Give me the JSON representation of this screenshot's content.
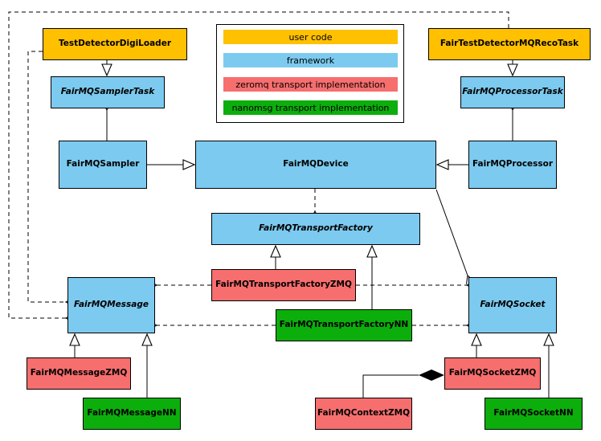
{
  "legend": {
    "items": [
      {
        "label": "user code",
        "color": "#FFC000"
      },
      {
        "label": "framework",
        "color": "#7CCAEF"
      },
      {
        "label": "zeromq transport implementation",
        "color": "#F76E6E"
      },
      {
        "label": "nanomsg transport implementation",
        "color": "#0CAE0C"
      }
    ]
  },
  "colors": {
    "user_code": "#FFC000",
    "framework": "#7CCAEF",
    "zeromq": "#F76E6E",
    "nanomsg": "#0CAE0C",
    "border": "#000000",
    "background": "#FFFFFF"
  },
  "nodes": {
    "digi_loader": {
      "label": "TestDetectorDigiLoader",
      "category": "user code",
      "abstract": false
    },
    "reco_task": {
      "label": "FairTestDetectorMQRecoTask",
      "category": "user code",
      "abstract": false
    },
    "sampler_task": {
      "label": "FairMQSamplerTask",
      "category": "framework",
      "abstract": true
    },
    "processor_task": {
      "label": "FairMQProcessorTask",
      "category": "framework",
      "abstract": true
    },
    "sampler": {
      "label": "FairMQSampler",
      "category": "framework",
      "abstract": false
    },
    "device": {
      "label": "FairMQDevice",
      "category": "framework",
      "abstract": false
    },
    "processor": {
      "label": "FairMQProcessor",
      "category": "framework",
      "abstract": false
    },
    "transport_factory": {
      "label": "FairMQTransportFactory",
      "category": "framework",
      "abstract": true
    },
    "tf_zmq": {
      "label": "FairMQTransportFactoryZMQ",
      "category": "zeromq",
      "abstract": false
    },
    "tf_nn": {
      "label": "FairMQTransportFactoryNN",
      "category": "nanomsg",
      "abstract": false
    },
    "message": {
      "label": "FairMQMessage",
      "category": "framework",
      "abstract": true
    },
    "socket": {
      "label": "FairMQSocket",
      "category": "framework",
      "abstract": true
    },
    "message_zmq": {
      "label": "FairMQMessageZMQ",
      "category": "zeromq",
      "abstract": false
    },
    "message_nn": {
      "label": "FairMQMessageNN",
      "category": "nanomsg",
      "abstract": false
    },
    "socket_zmq": {
      "label": "FairMQSocketZMQ",
      "category": "zeromq",
      "abstract": false
    },
    "context_zmq": {
      "label": "FairMQContextZMQ",
      "category": "zeromq",
      "abstract": false
    },
    "socket_nn": {
      "label": "FairMQSocketNN",
      "category": "nanomsg",
      "abstract": false
    }
  },
  "edges": [
    {
      "from": "TestDetectorDigiLoader",
      "to": "FairMQSamplerTask",
      "type": "inheritance"
    },
    {
      "from": "FairTestDetectorMQRecoTask",
      "to": "FairMQProcessorTask",
      "type": "inheritance"
    },
    {
      "from": "FairMQSampler",
      "to": "FairMQDevice",
      "type": "inheritance"
    },
    {
      "from": "FairMQProcessor",
      "to": "FairMQDevice",
      "type": "inheritance"
    },
    {
      "from": "FairMQSampler",
      "to": "FairMQSamplerTask",
      "type": "association"
    },
    {
      "from": "FairMQProcessor",
      "to": "FairMQProcessorTask",
      "type": "association"
    },
    {
      "from": "FairMQDevice",
      "to": "FairMQTransportFactory",
      "type": "dependency"
    },
    {
      "from": "FairMQDevice",
      "to": "FairMQSocket",
      "type": "association"
    },
    {
      "from": "FairMQTransportFactoryZMQ",
      "to": "FairMQTransportFactory",
      "type": "inheritance"
    },
    {
      "from": "FairMQTransportFactoryNN",
      "to": "FairMQTransportFactory",
      "type": "inheritance"
    },
    {
      "from": "FairMQTransportFactoryZMQ",
      "to": "FairMQMessage",
      "type": "dependency"
    },
    {
      "from": "FairMQTransportFactoryZMQ",
      "to": "FairMQSocket",
      "type": "dependency"
    },
    {
      "from": "FairMQTransportFactoryNN",
      "to": "FairMQMessage",
      "type": "dependency"
    },
    {
      "from": "FairMQTransportFactoryNN",
      "to": "FairMQSocket",
      "type": "dependency"
    },
    {
      "from": "TestDetectorDigiLoader",
      "to": "FairMQMessage",
      "type": "dependency"
    },
    {
      "from": "FairTestDetectorMQRecoTask",
      "to": "FairMQMessage",
      "type": "dependency"
    },
    {
      "from": "FairMQMessageZMQ",
      "to": "FairMQMessage",
      "type": "inheritance"
    },
    {
      "from": "FairMQMessageNN",
      "to": "FairMQMessage",
      "type": "inheritance"
    },
    {
      "from": "FairMQSocketZMQ",
      "to": "FairMQSocket",
      "type": "inheritance"
    },
    {
      "from": "FairMQSocketNN",
      "to": "FairMQSocket",
      "type": "inheritance"
    },
    {
      "from": "FairMQContextZMQ",
      "to": "FairMQSocketZMQ",
      "type": "composition"
    }
  ]
}
